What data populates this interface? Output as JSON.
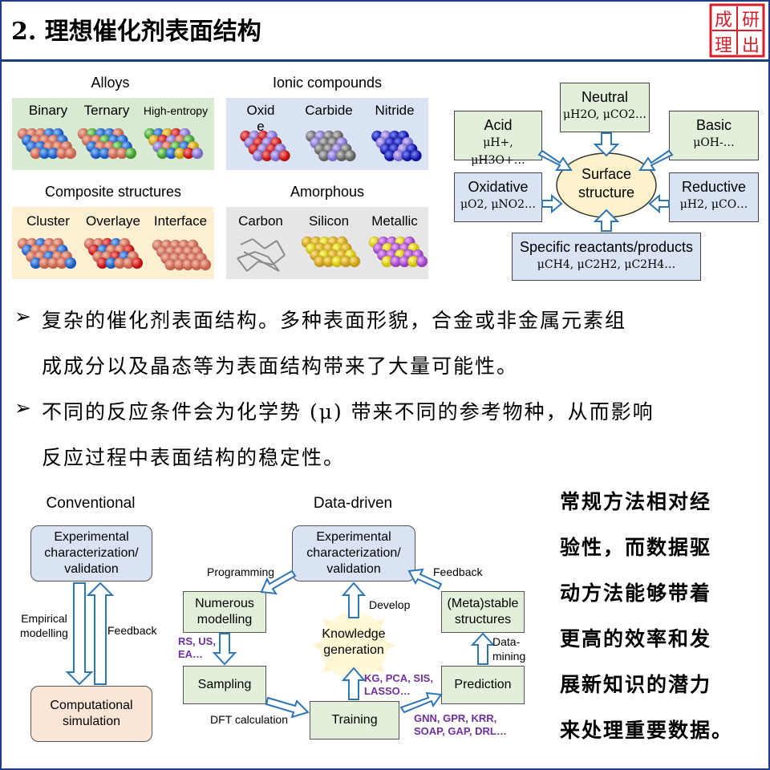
{
  "title": "2. 理想催化剂表面结构",
  "seal_text": "成研理出",
  "materials": {
    "alloys": {
      "title": "Alloys",
      "items": [
        "Binary",
        "Ternary",
        "High-entropy"
      ]
    },
    "ionic": {
      "title": "Ionic compounds",
      "items": [
        "Oxid",
        "Carbide",
        "Nitride"
      ],
      "oxide_suffix": "e"
    },
    "composite": {
      "title": "Composite structures",
      "items": [
        "Cluster",
        "Overlaye",
        "Interface"
      ]
    },
    "amorphous": {
      "title": "Amorphous",
      "items": [
        "Carbon",
        "Silicon",
        "Metallic"
      ]
    }
  },
  "env": {
    "center": [
      "Surface",
      "structure"
    ],
    "neutral": {
      "label": "Neutral",
      "mu": "μH2O, μCO2…"
    },
    "acid": {
      "label": "Acid",
      "mu": "μH+, μH3O+…"
    },
    "basic": {
      "label": "Basic",
      "mu": "μOH-…"
    },
    "oxidative": {
      "label": "Oxidative",
      "mu": "μO2, μNO2…"
    },
    "reductive": {
      "label": "Reductive",
      "mu": "μH2, μCO…"
    },
    "specific": {
      "label": "Specific reactants/products",
      "mu": "μCH4, μC2H2, μC2H4…"
    }
  },
  "bullets": [
    {
      "line1": "复杂的催化剂表面结构。多种表面形貌，合金或非金属元素组",
      "line2": "成成分以及晶态等为表面结构带来了大量可能性。"
    },
    {
      "line1": "不同的反应条件会为化学势 (μ) 带来不同的参考物种，从而影响",
      "line2": "反应过程中表面结构的稳定性。"
    }
  ],
  "flow": {
    "conventional": {
      "title": "Conventional",
      "exp": "Experimental characterization/ validation",
      "sim": "Computational simulation",
      "empirical": "Empirical modelling",
      "feedback": "Feedback"
    },
    "datadriven": {
      "title": "Data-driven",
      "exp": "Experimental characterization/ validation",
      "modelling": "Numerous modelling",
      "sampling": "Sampling",
      "training": "Training",
      "prediction": "Prediction",
      "stable": "(Meta)stable structures",
      "knowledge": "Knowledge generation",
      "programming": "Programming",
      "feedback": "Feedback",
      "develop": "Develop",
      "datamining": "Data-mining",
      "dft": "DFT calculation",
      "sampling_methods": "RS, US, EA…",
      "kg_methods": "KG, PCA, SIS, LASSO…",
      "ml_methods": "GNN, GPR, KRR, SOAP, GAP, DRL…"
    }
  },
  "side_text": [
    "常规方法相对经",
    "验性，而数据驱",
    "动方法能够带着",
    "更高的效率和发",
    "展新知识的潜力",
    "来处理重要数据。"
  ],
  "colors": {
    "border": "#1f3c88",
    "alloy_bg": "#d9ead3",
    "ionic_bg": "#dae3f3",
    "composite_bg": "#fdefd2",
    "amorphous_bg": "#e7e6e6",
    "box_blue": "#dae3f3",
    "box_green": "#e2efda",
    "box_orange": "#fbe5d6",
    "center_fill": "#fdf2cc",
    "purple": "#7030a0"
  }
}
